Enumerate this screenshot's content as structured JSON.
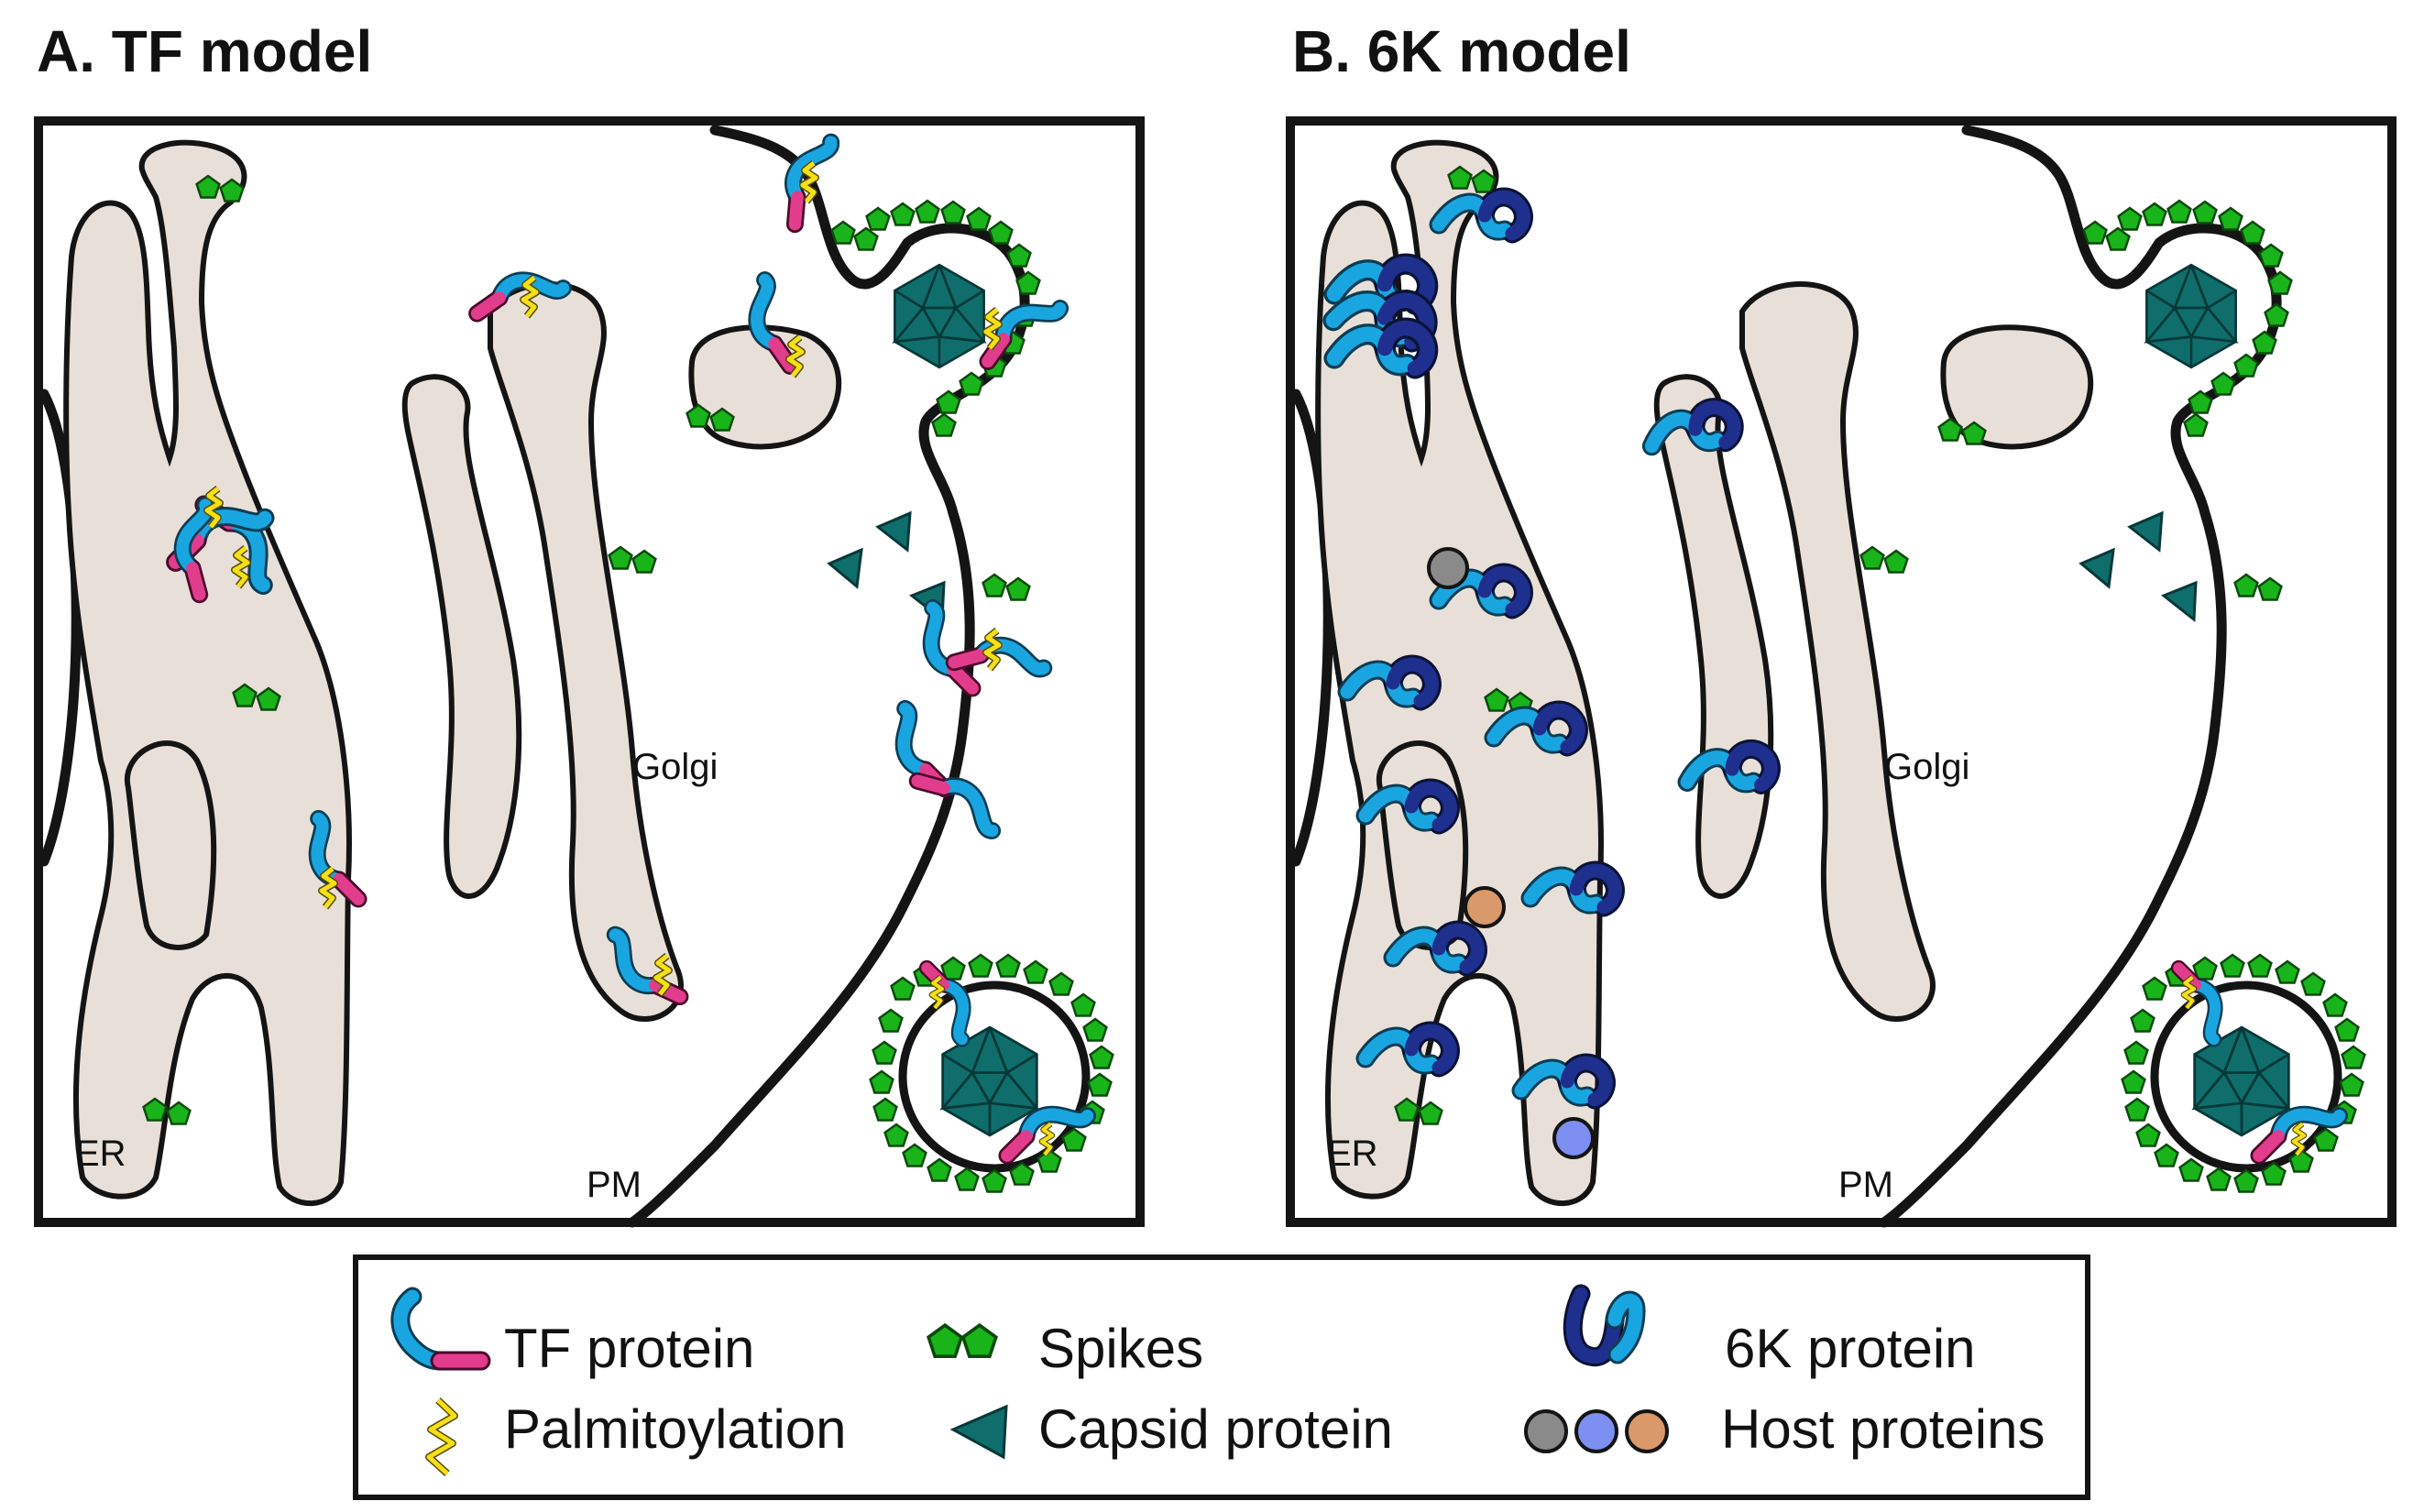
{
  "panel_a": {
    "title": "A. TF model",
    "er_label": "ER",
    "golgi_label": "Golgi",
    "pm_label": "PM"
  },
  "panel_b": {
    "title": "B. 6K model",
    "er_label": "ER",
    "golgi_label": "Golgi",
    "pm_label": "PM"
  },
  "legend": {
    "tf_protein": "TF protein",
    "palmitoylation": "Palmitoylation",
    "spikes": "Spikes",
    "capsid_protein": "Capsid protein",
    "k6_protein": "6K protein",
    "host_proteins": "Host proteins"
  },
  "colors": {
    "tf_blue": "#19a6e0",
    "tf_pink": "#e23c8c",
    "palmitoylation_yellow": "#f5e016",
    "spike_green": "#18b41a",
    "capsid_teal": "#0f6e6c",
    "k6_dark_blue": "#1f2f8e",
    "host_grey": "#8a8a8a",
    "host_blue": "#7d8ff0",
    "host_orange": "#d9996a",
    "organelle_beige": "#e8e0d8"
  },
  "icons": [
    "tf-protein-icon",
    "palmitoylation-icon",
    "spike-icon",
    "capsid-protein-icon",
    "k6-protein-icon",
    "host-protein-icon"
  ]
}
